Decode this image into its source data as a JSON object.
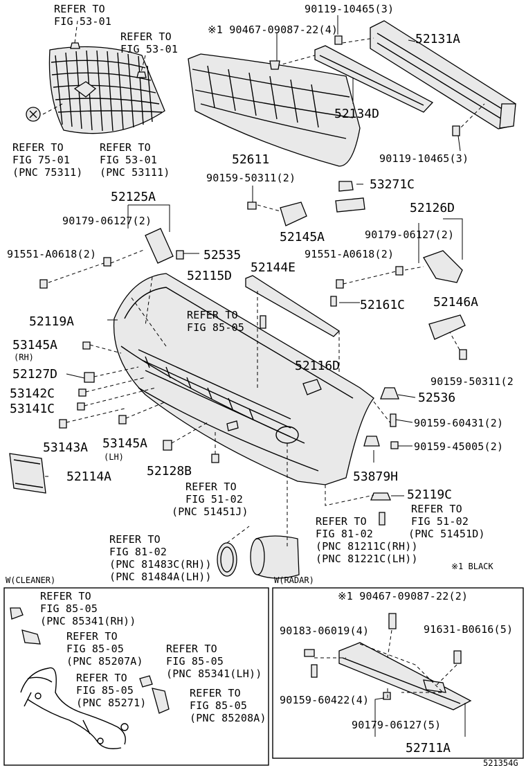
{
  "callouts": {
    "refer_53_01_a": [
      "REFER TO",
      "FIG 53-01"
    ],
    "refer_53_01_b": [
      "REFER TO",
      "FIG 53-01"
    ],
    "refer_75_01": [
      "REFER TO",
      "FIG 75-01",
      "(PNC 75311)"
    ],
    "refer_53_01_c": [
      "REFER TO",
      "FIG 53-01",
      "(PNC 53111)"
    ],
    "refer_85_05": [
      "REFER TO",
      "FIG 85-05"
    ],
    "refer_51_02_a": [
      "REFER TO",
      "FIG 51-02",
      "(PNC 51451J)"
    ],
    "refer_51_02_b": [
      "REFER TO",
      "FIG 51-02",
      "(PNC 51451D)"
    ],
    "refer_81_02_a": [
      "REFER TO",
      "FIG 81-02",
      "(PNC 81211C(RH))",
      "(PNC 81221C(LH))"
    ],
    "refer_81_02_b": [
      "REFER TO",
      "FIG 81-02",
      "(PNC 81483C(RH))",
      "(PNC 81484A(LH))"
    ]
  },
  "parts": {
    "p90119_10465_top": "90119-10465(3)",
    "p90467_09087_22_4": "※1 90467-09087-22(4)",
    "p52131A": "52131A",
    "p52134D": "52134D",
    "p90119_10465_bot": "90119-10465(3)",
    "p52611": "52611",
    "p90159_50311_a": "90159-50311(2)",
    "p53271C": "53271C",
    "p52125A": "52125A",
    "p90179_06127_a": "90179-06127(2)",
    "p52145A": "52145A",
    "p52126D": "52126D",
    "p90179_06127_b": "90179-06127(2)",
    "p91551_A0618_a": "91551-A0618(2)",
    "p52535": "52535",
    "p52144E": "52144E",
    "p91551_A0618_b": "91551-A0618(2)",
    "p52115D": "52115D",
    "p52146A": "52146A",
    "p52161C": "52161C",
    "p52119A": "52119A",
    "p53145A_rh": "53145A",
    "rh": "(RH)",
    "p52116D": "52116D",
    "p52127D": "52127D",
    "p90159_50311_b": "90159-50311(2",
    "p53142C": "53142C",
    "p52536": "52536",
    "p53141C": "53141C",
    "p90159_60431": "90159-60431(2)",
    "p53143A": "53143A",
    "p53145A_lh": "53145A",
    "lh": "(LH)",
    "p90159_45005": "90159-45005(2)",
    "p52114A": "52114A",
    "p52128B": "52128B",
    "p53879H": "53879H",
    "p52119C": "52119C",
    "black_note": "※1 BLACK"
  },
  "cleaner": {
    "title": "W(CLEANER)",
    "c1": [
      "REFER TO",
      "FIG 85-05",
      "(PNC 85341(RH))"
    ],
    "c2": [
      "REFER TO",
      "FIG 85-05",
      "(PNC 85207A)"
    ],
    "c3": [
      "REFER TO",
      "FIG 85-05",
      "(PNC 85341(LH))"
    ],
    "c4": [
      "REFER TO",
      "FIG 85-05",
      "(PNC 85271)"
    ],
    "c5": [
      "REFER TO",
      "FIG 85-05",
      "(PNC 85208A)"
    ]
  },
  "radar": {
    "title": "W(RADAR)",
    "p90467": "※1 90467-09087-22(2)",
    "p90183": "90183-06019(4)",
    "p91631": "91631-B0616(5)",
    "p90159": "90159-60422(4)",
    "p90179": "90179-06127(5)",
    "p52711A": "52711A"
  },
  "figure_code": "521354G"
}
